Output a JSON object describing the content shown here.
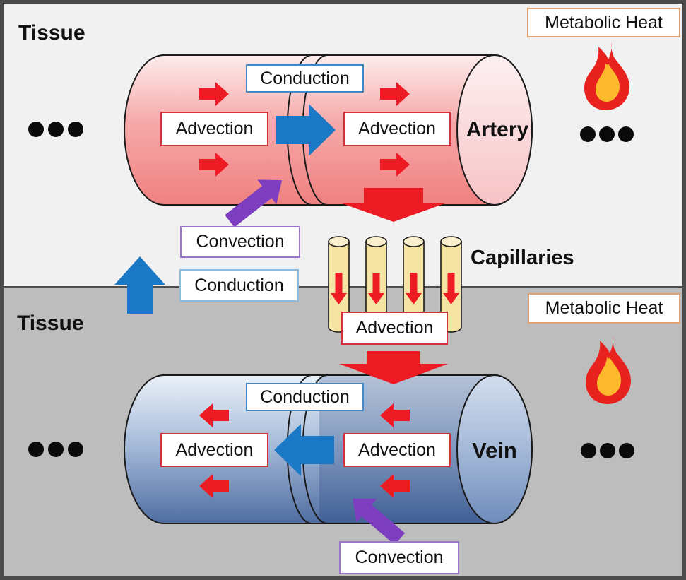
{
  "tissue": {
    "top_label": "Tissue",
    "bottom_label": "Tissue"
  },
  "vessels": {
    "artery_label": "Artery",
    "vein_label": "Vein",
    "capillaries_label": "Capillaries"
  },
  "heat_labels": {
    "artery_conduction": "Conduction",
    "artery_advection_left": "Advection",
    "artery_advection_right": "Advection",
    "metabolic_heat_top": "Metabolic Heat",
    "convection_top": "Convection",
    "conduction_boundary": "Conduction",
    "capillary_advection": "Advection",
    "metabolic_heat_bottom": "Metabolic Heat",
    "vein_conduction": "Conduction",
    "vein_advection_left": "Advection",
    "vein_advection_right": "Advection",
    "convection_bottom": "Convection"
  },
  "icons": {
    "flame": "fire-icon",
    "dots": "ellipsis-icon"
  },
  "colors": {
    "red_arrow": "#ed1c24",
    "blue_arrow": "#1a78c4",
    "purple_arrow": "#7d3fbf",
    "artery_pink": "#f5a8a8",
    "vein_blue": "#8fa9cf",
    "capillary_yellow": "#f5e3a4",
    "capillary_top": "#faf0cd",
    "flame_red": "#e8231f",
    "flame_yellow": "#fdb92c",
    "tissue_top_bg": "#f2f1f1",
    "tissue_bottom_bg": "#bdbdbd",
    "conduction_border": "#4288c5",
    "advection_border": "#cf3339",
    "convection_border": "#9a77c2",
    "metabolic_border": "#e0a070",
    "dot_black": "#0a0a0a"
  }
}
